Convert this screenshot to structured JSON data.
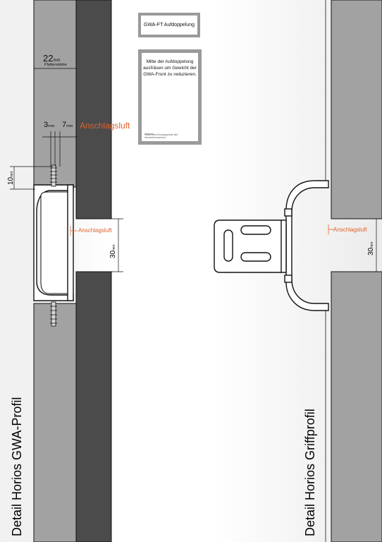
{
  "left_detail": {
    "title": "Detail Horios GWA-Profil",
    "dim_thickness_value": "22",
    "dim_thickness_unit": "mm",
    "dim_thickness_label": "Plattenstärke",
    "dim_a_value": "3",
    "dim_a_unit": "mm",
    "dim_b_value": "7",
    "dim_b_unit": "mm",
    "clearance_label_large": "Anschlagsluft",
    "dim_c_value": "10",
    "dim_c_unit": "mm",
    "clearance_label_small": "Anschlagsluft",
    "gap_value": "30",
    "gap_unit": "mm"
  },
  "right_detail": {
    "title": "Detail Horios Griffprofil",
    "clearance_label": "Anschlagsluft",
    "gap_value": "30",
    "gap_unit": "mm"
  },
  "note_small": {
    "text": "GWA-FT Aufdoppelung"
  },
  "note_large": {
    "text": "Mitte der Aufdoppelung ausfräsen um Gewicht der GWA-Front zu reduzieren.",
    "hint_line1": "Achtung:",
    "hint_line2": "GWA-Front Montageplatte laut Herstellerhinweisen"
  },
  "colors": {
    "panel_light": "#a2a2a2",
    "panel_dark": "#4b4b4b",
    "accent": "#e0622b",
    "outline": "#111111"
  }
}
